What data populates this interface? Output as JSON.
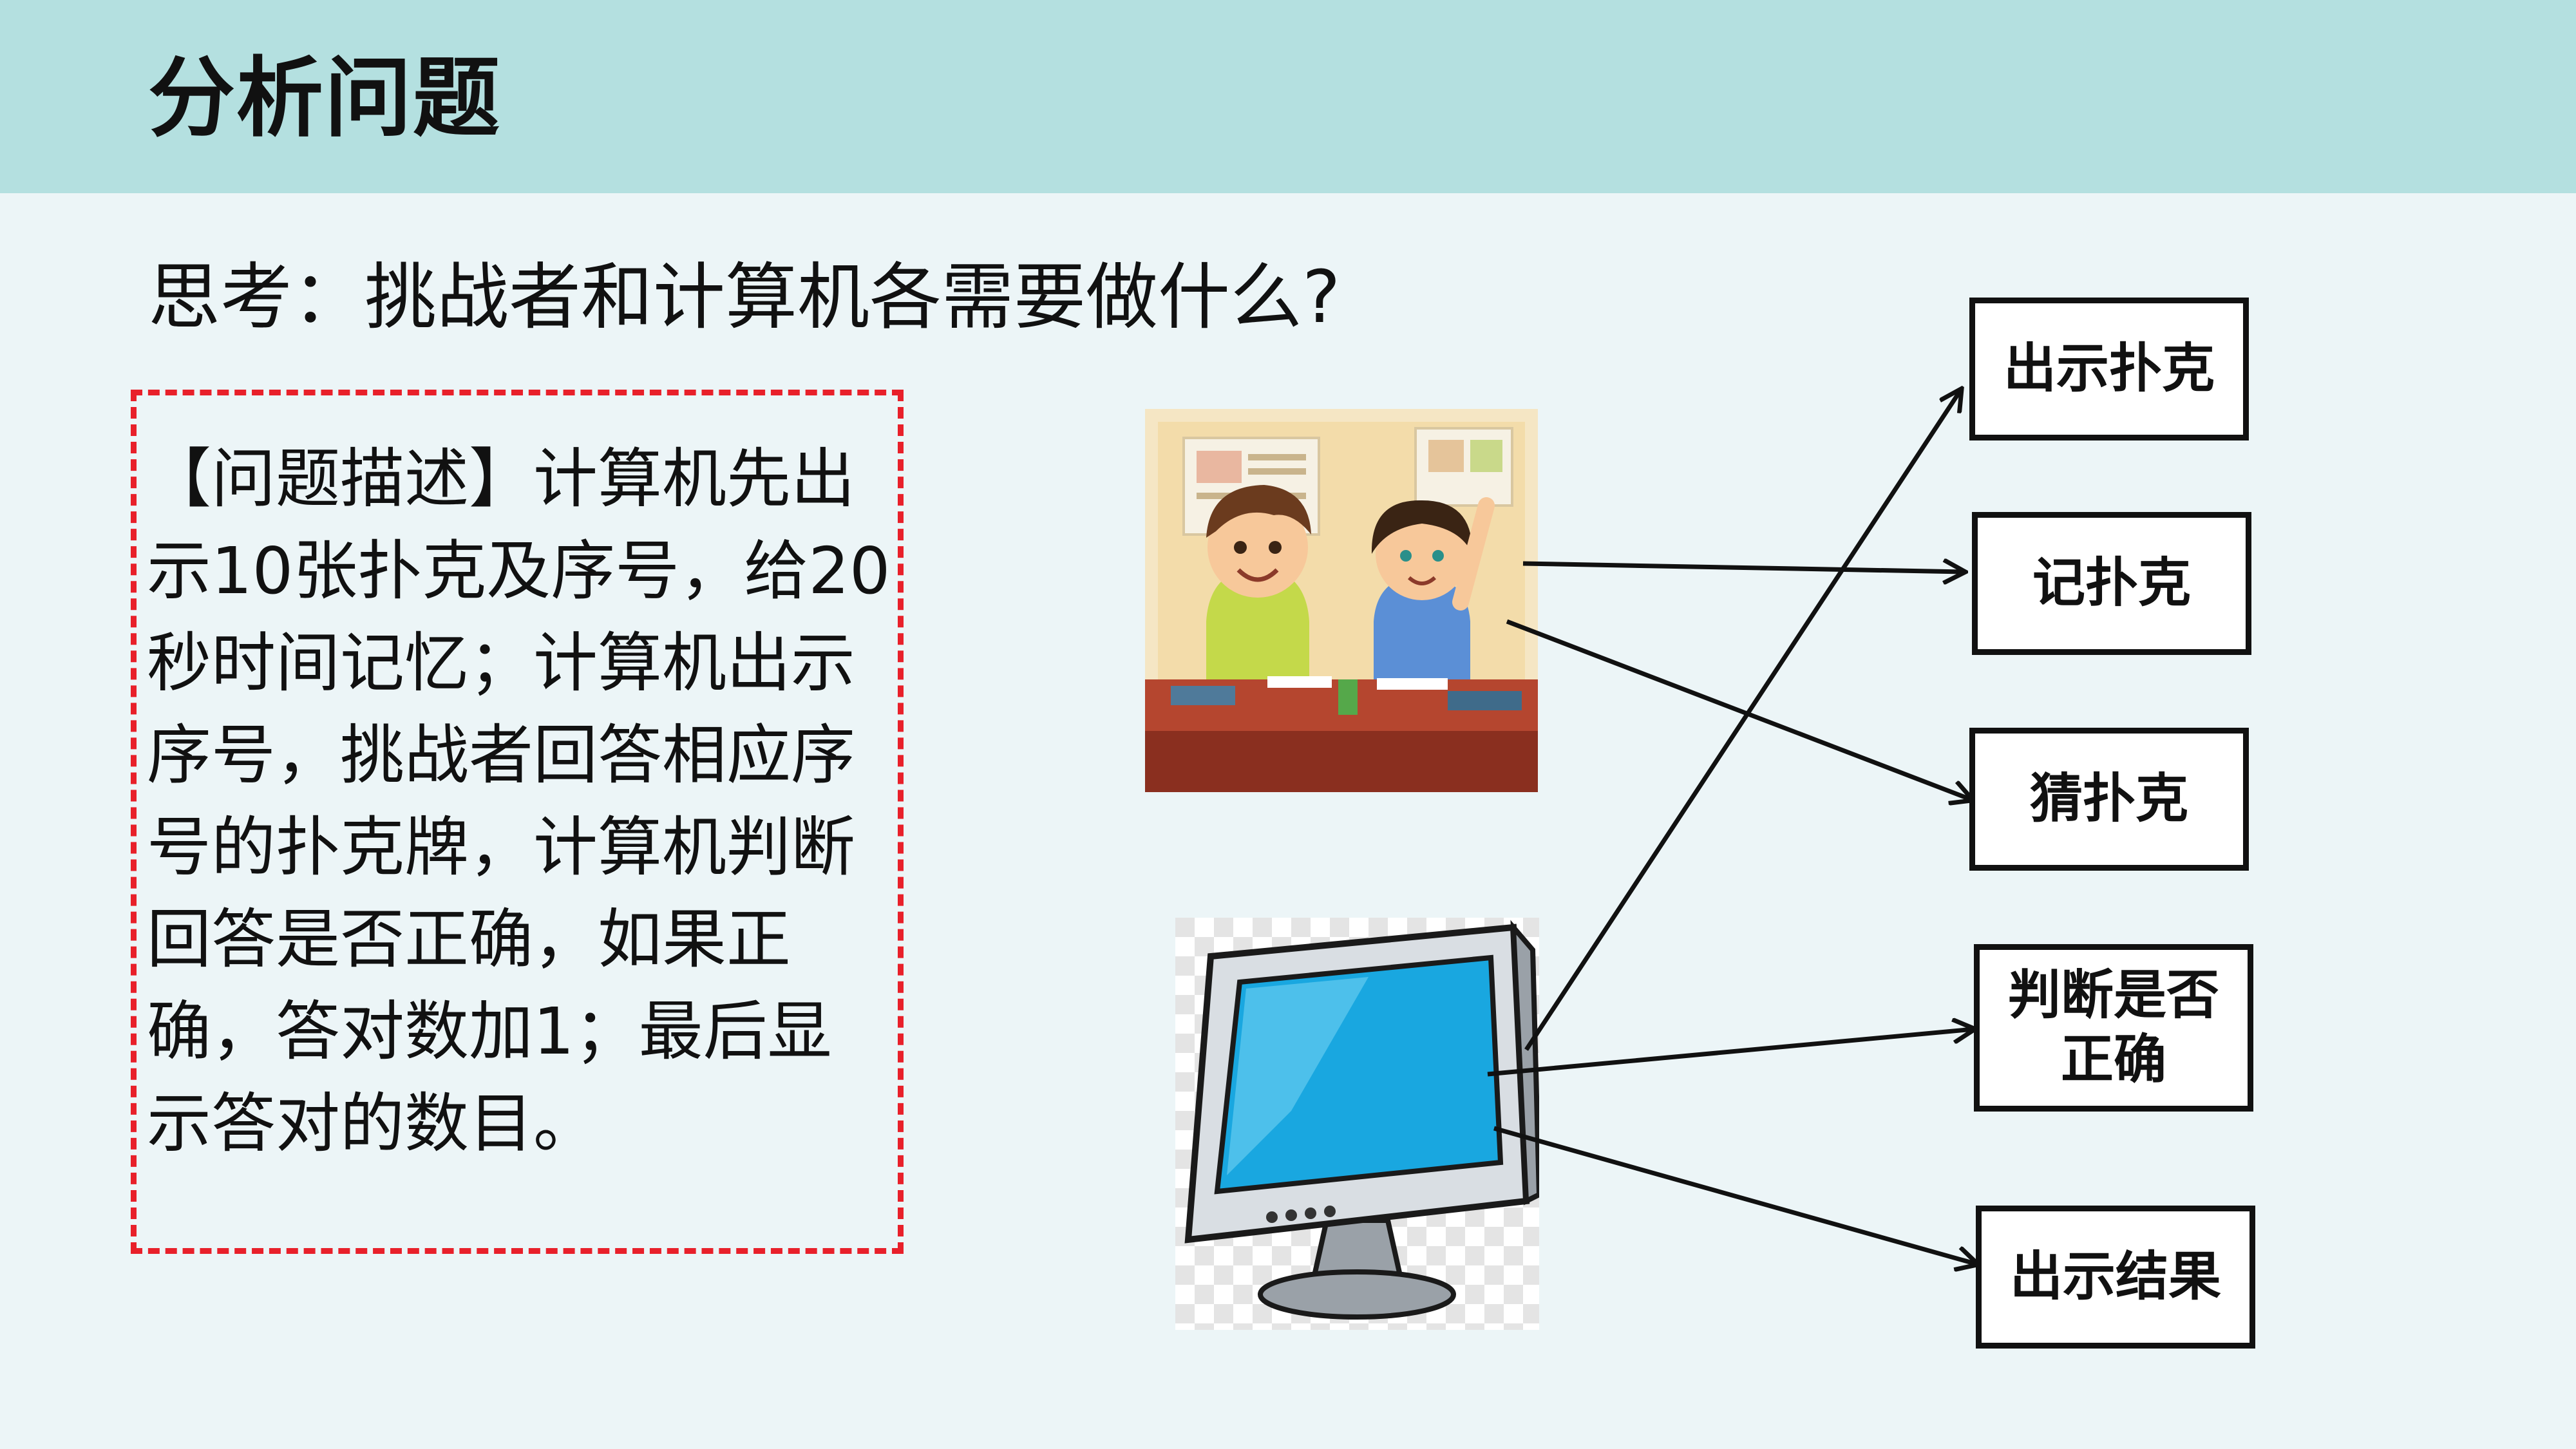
{
  "slide": {
    "title": "分析问题",
    "question": "思考：挑战者和计算机各需要做什么?",
    "description": "【问题描述】计算机先出示10张扑克及序号，给20秒时间记忆；计算机出示序号，挑战者回答相应序号的扑克牌，计算机判断回答是否正确，如果正确，答对数加1；最后显示答对的数目。"
  },
  "tasks": [
    {
      "label": "出示扑克"
    },
    {
      "label": "记扑克"
    },
    {
      "label": "猜扑克"
    },
    {
      "label": "判断是否\n正确"
    },
    {
      "label": "出示结果"
    }
  ],
  "colors": {
    "header": "#b4e0e0",
    "background": "#ecf5f7",
    "dashed_border": "#e8202a",
    "screen": "#19a7e0"
  },
  "icons": {
    "students": "students-at-desk-illustration",
    "computer": "computer-monitor-illustration"
  }
}
